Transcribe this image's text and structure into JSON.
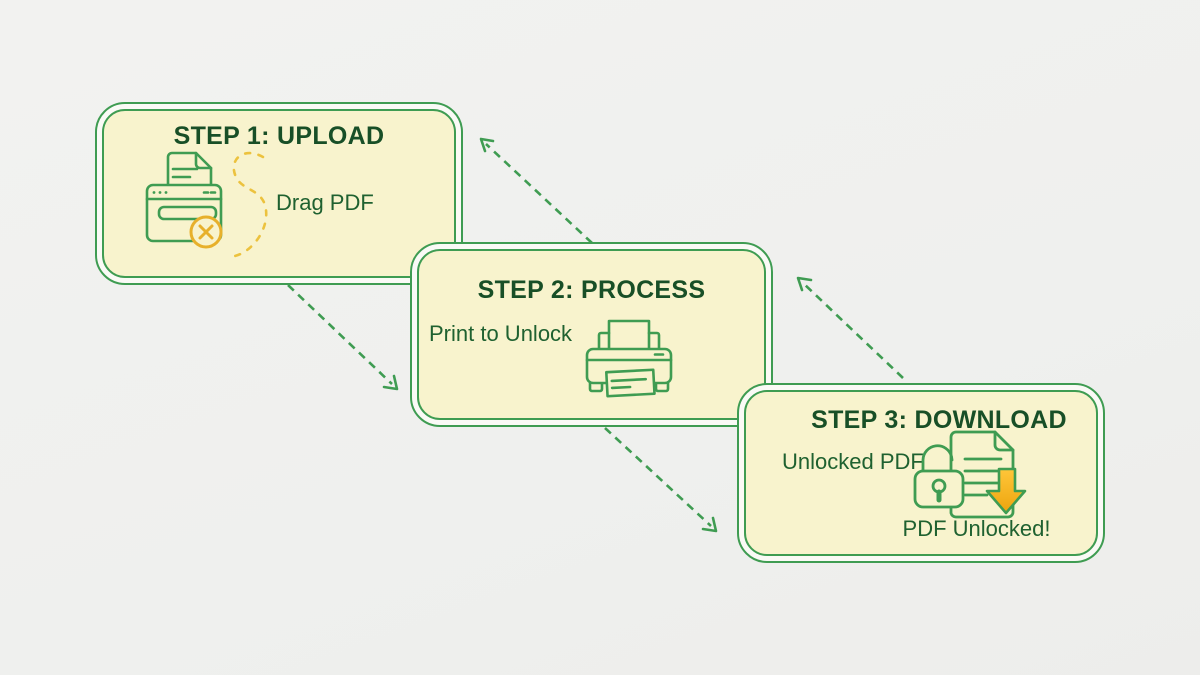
{
  "diagram": {
    "subject": "PDF unlock process",
    "background_color": "#f0f1ef"
  },
  "palette": {
    "border_green": "#3f9c52",
    "title_green": "#184f27",
    "text_green": "#1f6130",
    "box_fill": "#f8f3cd",
    "ring_gap": "#fafaf6",
    "accent_yellow": "#e7b02b",
    "download_arrow_yellow": "#f5b31c"
  },
  "steps": [
    {
      "title": "STEP 1: UPLOAD",
      "caption": "Drag PDF",
      "icons": [
        "upload-box-document-icon",
        "error-cross-circle-icon",
        "dashed-drag-path-icon"
      ]
    },
    {
      "title": "STEP 2: PROCESS",
      "caption": "Print to Unlock",
      "icons": [
        "printer-icon"
      ]
    },
    {
      "title": "STEP 3: DOWNLOAD",
      "caption": "Unlocked PDF",
      "result": "PDF Unlocked!",
      "icons": [
        "open-padlock-icon",
        "document-icon",
        "download-arrow-icon"
      ]
    }
  ],
  "connectors": [
    {
      "from": "step-2-top",
      "to": "step-1-right",
      "style": "dashed",
      "direction": "up-left"
    },
    {
      "from": "step-1-bottom",
      "to": "step-2-left",
      "style": "dashed",
      "direction": "down-right"
    },
    {
      "from": "step-3-top",
      "to": "step-2-right",
      "style": "dashed",
      "direction": "up-left"
    },
    {
      "from": "step-2-bottom",
      "to": "step-3-left",
      "style": "dashed",
      "direction": "down-right"
    }
  ]
}
